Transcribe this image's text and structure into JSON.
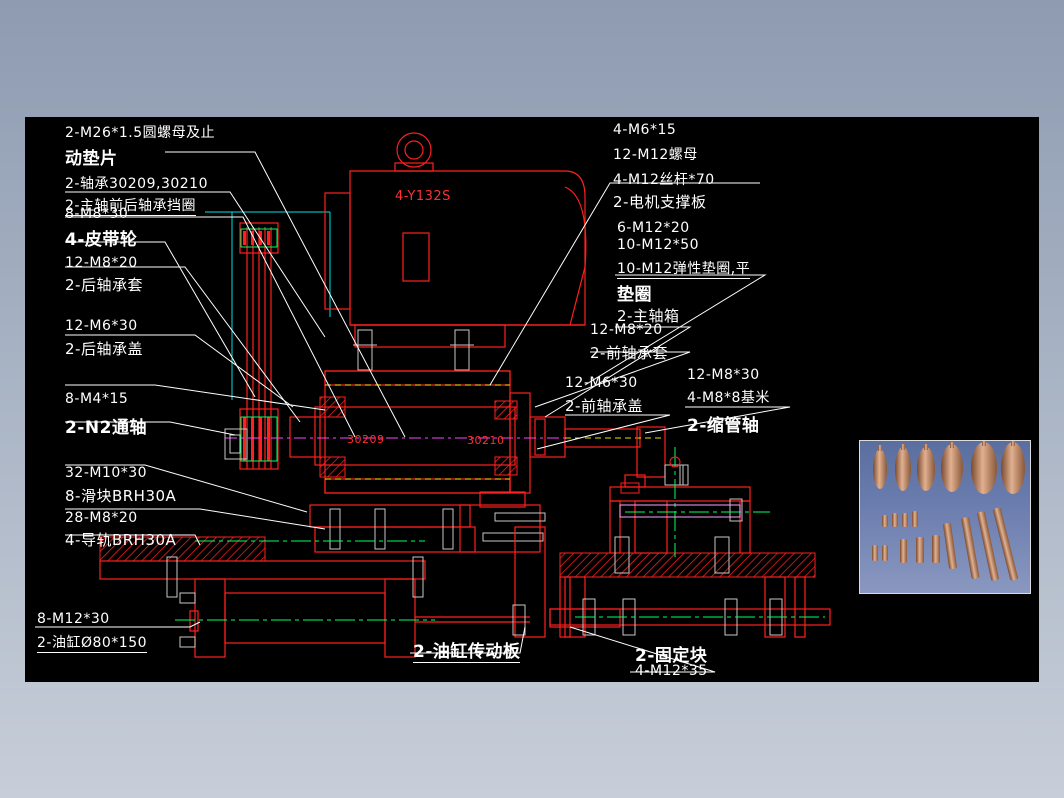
{
  "motor_label": "4-Y132S",
  "bearing_left": "30209",
  "bearing_right": "30210",
  "labels_left": [
    {
      "text": "2-M26*1.5圆螺母及止"
    },
    {
      "text": "动垫片"
    },
    {
      "text": "2-轴承30209,30210"
    },
    {
      "text": "2-主轴前后轴承挡圈"
    },
    {
      "text": "8-M8*30"
    },
    {
      "text": "4-皮带轮"
    },
    {
      "text": "12-M8*20"
    },
    {
      "text": "2-后轴承套"
    },
    {
      "text": "12-M6*30"
    },
    {
      "text": "2-后轴承盖"
    },
    {
      "text": "8-M4*15"
    },
    {
      "text": "2-N2通轴"
    },
    {
      "text": "32-M10*30"
    },
    {
      "text": "8-滑块BRH30A"
    },
    {
      "text": "28-M8*20"
    },
    {
      "text": "4-导轨BRH30A"
    },
    {
      "text": "8-M12*30"
    },
    {
      "text": "2-油缸Ø80*150"
    }
  ],
  "labels_right": [
    {
      "text": "4-M6*15"
    },
    {
      "text": "12-M12螺母"
    },
    {
      "text": "4-M12丝杆*70"
    },
    {
      "text": "2-电机支撑板"
    },
    {
      "text": "6-M12*20"
    },
    {
      "text": "10-M12*50"
    },
    {
      "text": "10-M12弹性垫圈,平"
    },
    {
      "text": "垫圈"
    },
    {
      "text": "2-主轴箱"
    },
    {
      "text": "12-M8*20"
    },
    {
      "text": "2-前轴承套"
    },
    {
      "text": "12-M6*30"
    },
    {
      "text": "2-前轴承盖"
    },
    {
      "text": "12-M8*30"
    },
    {
      "text": "4-M8*8基米"
    },
    {
      "text": "2-缩管轴"
    }
  ],
  "labels_bottom": [
    {
      "text": "2-油缸传动板"
    },
    {
      "text": "2-固定块"
    },
    {
      "text": "4-M12*35"
    }
  ]
}
